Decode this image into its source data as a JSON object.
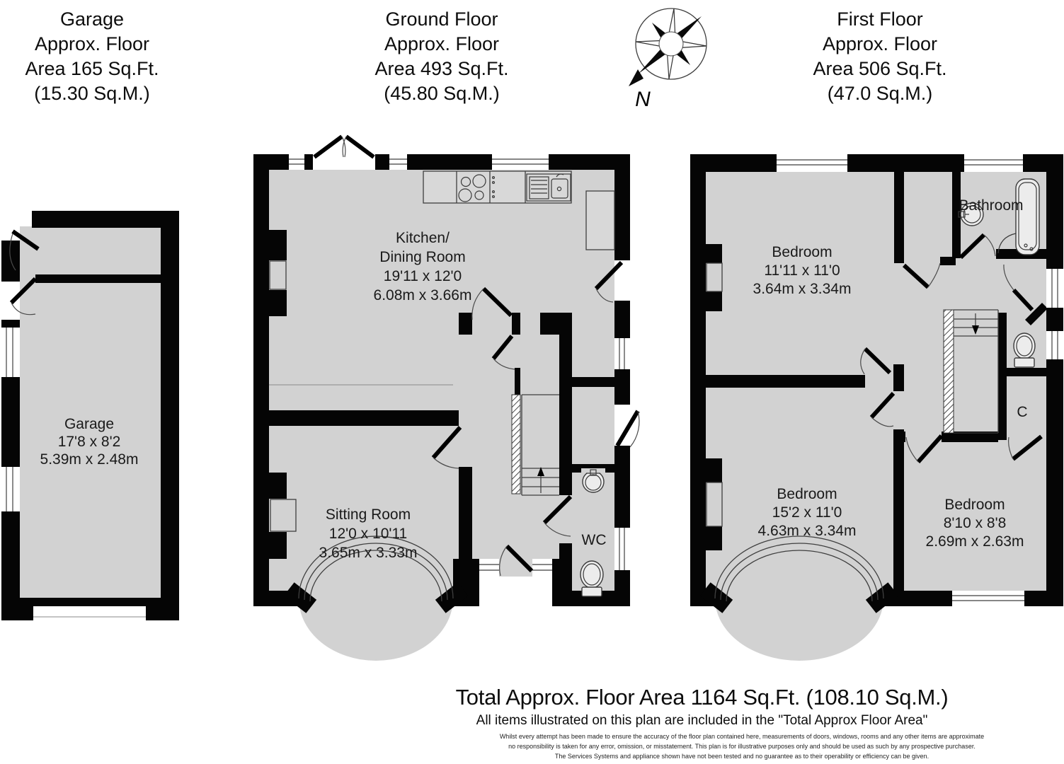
{
  "headers": {
    "garage": {
      "l1": "Garage",
      "l2": "Approx. Floor",
      "l3": "Area 165 Sq.Ft.",
      "l4": "(15.30 Sq.M.)"
    },
    "ground": {
      "l1": "Ground Floor",
      "l2": "Approx. Floor",
      "l3": "Area 493 Sq.Ft.",
      "l4": "(45.80 Sq.M.)"
    },
    "first": {
      "l1": "First Floor",
      "l2": "Approx. Floor",
      "l3": "Area 506 Sq.Ft.",
      "l4": "(47.0 Sq.M.)"
    }
  },
  "compass": {
    "north_label": "N"
  },
  "rooms": {
    "garage": {
      "name": "Garage",
      "imperial": "17'8 x 8'2",
      "metric": "5.39m x 2.48m"
    },
    "kitchen": {
      "name1": "Kitchen/",
      "name2": "Dining Room",
      "imperial": "19'11 x 12'0",
      "metric": "6.08m x 3.66m"
    },
    "sitting": {
      "name": "Sitting Room",
      "imperial": "12'0 x 10'11",
      "metric": "3.65m x 3.33m"
    },
    "wc": {
      "name": "WC"
    },
    "bedroom_front": {
      "name": "Bedroom",
      "imperial": "11'11 x 11'0",
      "metric": "3.64m x 3.34m"
    },
    "bathroom": {
      "name": "Bathroom"
    },
    "bedroom_rear": {
      "name": "Bedroom",
      "imperial": "15'2 x 11'0",
      "metric": "4.63m x 3.34m"
    },
    "bedroom_small": {
      "name": "Bedroom",
      "imperial": "8'10 x 8'8",
      "metric": "2.69m x 2.63m"
    },
    "cupboard": {
      "name": "C"
    }
  },
  "footer": {
    "total": "Total Approx. Floor Area 1164 Sq.Ft. (108.10 Sq.M.)",
    "included": "All items illustrated on this plan are included in the \"Total Approx Floor Area\"",
    "disclaimer1": "Whilst every attempt has been made to ensure the accuracy of the floor plan contained here, measurements of doors, windows, rooms and any other items are approximate",
    "disclaimer2": "no responsibility is taken for any error, omission, or misstatement. This plan is for illustrative purposes only and should be used as such by any prospective purchaser.",
    "disclaimer3": "The Services Systems and appliance shown have not been tested and no guarantee as to their operability or efficiency can be given."
  },
  "colors": {
    "wall": "#050505",
    "floor": "#d2d2d2",
    "background": "#ffffff"
  }
}
